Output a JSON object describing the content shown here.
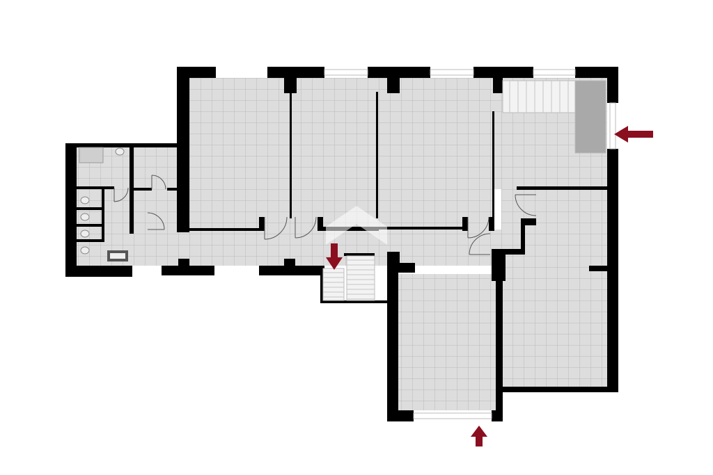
{
  "floorplan": {
    "colors": {
      "background": "#ffffff",
      "wall": "#000000",
      "floor": "#dddddd",
      "grid_line": "#b9b9b9",
      "window": "#ffffff",
      "stair": "#f3f3f3",
      "counter": "#a9a9a9",
      "arrow": "#8a0f1f",
      "watermark": "#ffffff"
    },
    "arrows": [
      {
        "name": "entrance-arrow-east",
        "direction": "left"
      },
      {
        "name": "entrance-arrow-south",
        "direction": "up"
      },
      {
        "name": "stair-arrow-down",
        "direction": "down"
      }
    ],
    "watermark": {
      "icon": "house-logo-icon"
    }
  }
}
